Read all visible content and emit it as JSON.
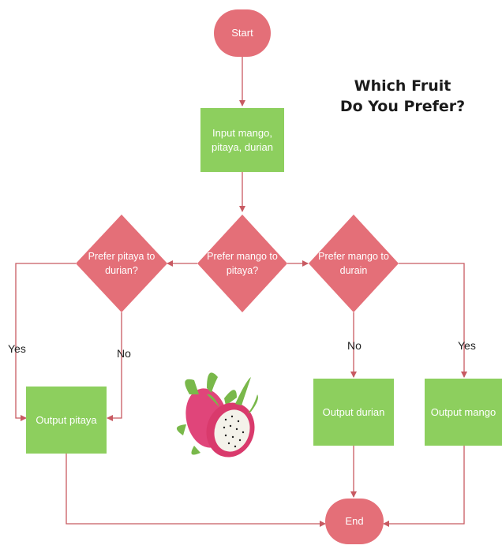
{
  "title": {
    "line1": "Which Fruit",
    "line2": "Do You Prefer?"
  },
  "colors": {
    "terminal": "#e46f78",
    "process": "#8dcf5e",
    "decision": "#e46f78",
    "arrow": "#c85a62",
    "label_text": "#ffffff"
  },
  "nodes": {
    "start": "Start",
    "input": {
      "line1": "Input mango,",
      "line2": "pitaya, durian"
    },
    "d_mango_pitaya": {
      "line1": "Prefer mango to",
      "line2": "pitaya?"
    },
    "d_pitaya_durian": {
      "line1": "Prefer pitaya to",
      "line2": "durian?"
    },
    "d_mango_durian": {
      "line1": "Prefer mango to",
      "line2": "durain"
    },
    "out_pitaya": "Output pitaya",
    "out_durian": "Output durian",
    "out_mango": "Output mango",
    "end": "End"
  },
  "edges": {
    "yes_left": "Yes",
    "no_left": "No",
    "no_right": "No",
    "yes_right": "Yes"
  },
  "illustration": {
    "icon": "dragon-fruit-icon"
  }
}
